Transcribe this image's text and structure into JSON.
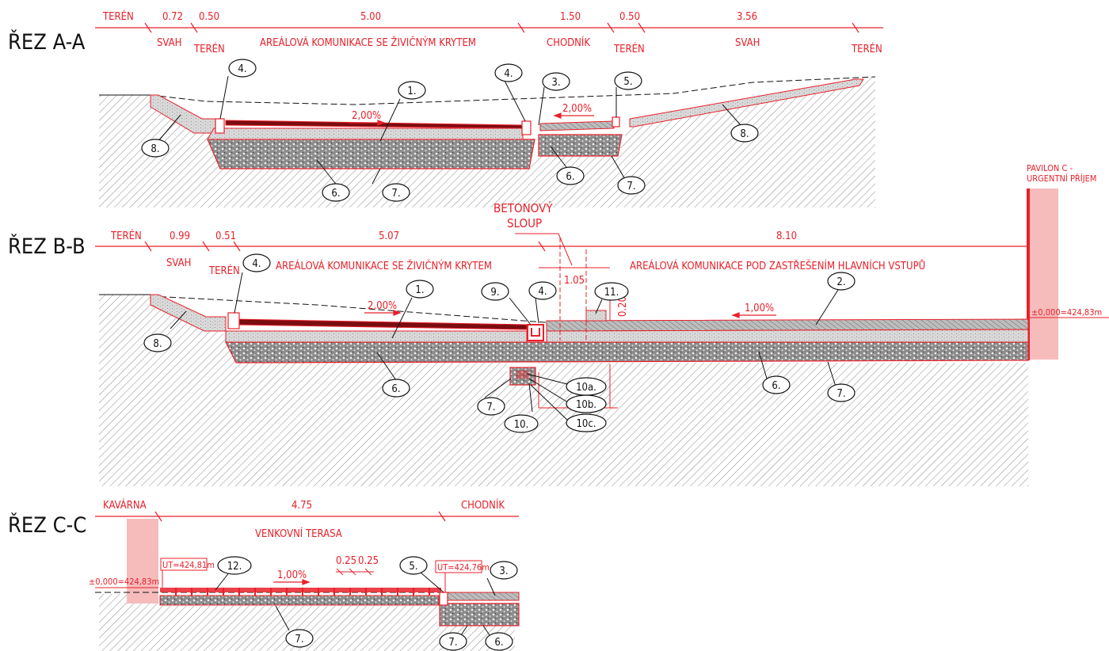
{
  "sections": {
    "a": {
      "title": "ŘEZ A-A",
      "dims": [
        "0.72",
        "0.50",
        "5.00",
        "1.50",
        "0.50",
        "3.56"
      ],
      "labels": {
        "teren_left": "TERÉN",
        "svah_1": "SVAH",
        "teren_2": "TERÉN",
        "road": "AREÁLOVÁ KOMUNIKACE SE ŽIVIČNÝM KRYTEM",
        "sidewalk": "CHODNÍK",
        "teren_3": "TERÉN",
        "svah_2": "SVAH",
        "teren_right": "TERÉN"
      },
      "slopes": [
        "2,00%",
        "2,00%"
      ],
      "markers": [
        "4.",
        "1.",
        "4.",
        "3.",
        "5.",
        "8.",
        "8.",
        "6.",
        "7.",
        "6.",
        "7."
      ]
    },
    "b": {
      "title": "ŘEZ B-B",
      "dims": [
        "0.99",
        "0.51",
        "5.07",
        "8.10",
        "1.05",
        "0.20"
      ],
      "labels": {
        "teren_left": "TERÉN",
        "svah": "SVAH",
        "teren_2": "TERÉN",
        "road": "AREÁLOVÁ KOMUNIKACE SE ŽIVIČNÝM KRYTEM",
        "road_covered": "AREÁLOVÁ KOMUNIKACE POD ZASTŘEŠENÍM HLAVNÍCH VSTUPŮ",
        "column_1": "BETONOVÝ",
        "column_2": "SLOUP",
        "pavilion_1": "PAVILON C -",
        "pavilion_2": "URGENTNÍ PŘÍJEM",
        "level": "±0,000=424,83m"
      },
      "slopes": [
        "2,00%",
        "1,00%"
      ],
      "markers": [
        "4.",
        "1.",
        "9.",
        "4.",
        "11.",
        "2.",
        "8.",
        "6.",
        "7.",
        "10a.",
        "10b.",
        "10.",
        "10c.",
        "6.",
        "7."
      ]
    },
    "c": {
      "title": "ŘEZ C-C",
      "dims": [
        "4.75",
        "0.25",
        "0.25"
      ],
      "labels": {
        "cafe": "KAVÁRNA",
        "sidewalk": "CHODNÍK",
        "terrace": "VENKOVNÍ TERASA",
        "level": "±0,000=424,83m",
        "ut_1": "UT=424,81m",
        "ut_2": "UT=424,76m"
      },
      "slopes": [
        "1,00%"
      ],
      "markers": [
        "12.",
        "5.",
        "3.",
        "7.",
        "7.",
        "6."
      ]
    }
  },
  "colors": {
    "accent": "#e8202a",
    "ink": "#111111",
    "hatch": "#8a8a8a",
    "pavilion_fill": "#f6bcbc"
  }
}
